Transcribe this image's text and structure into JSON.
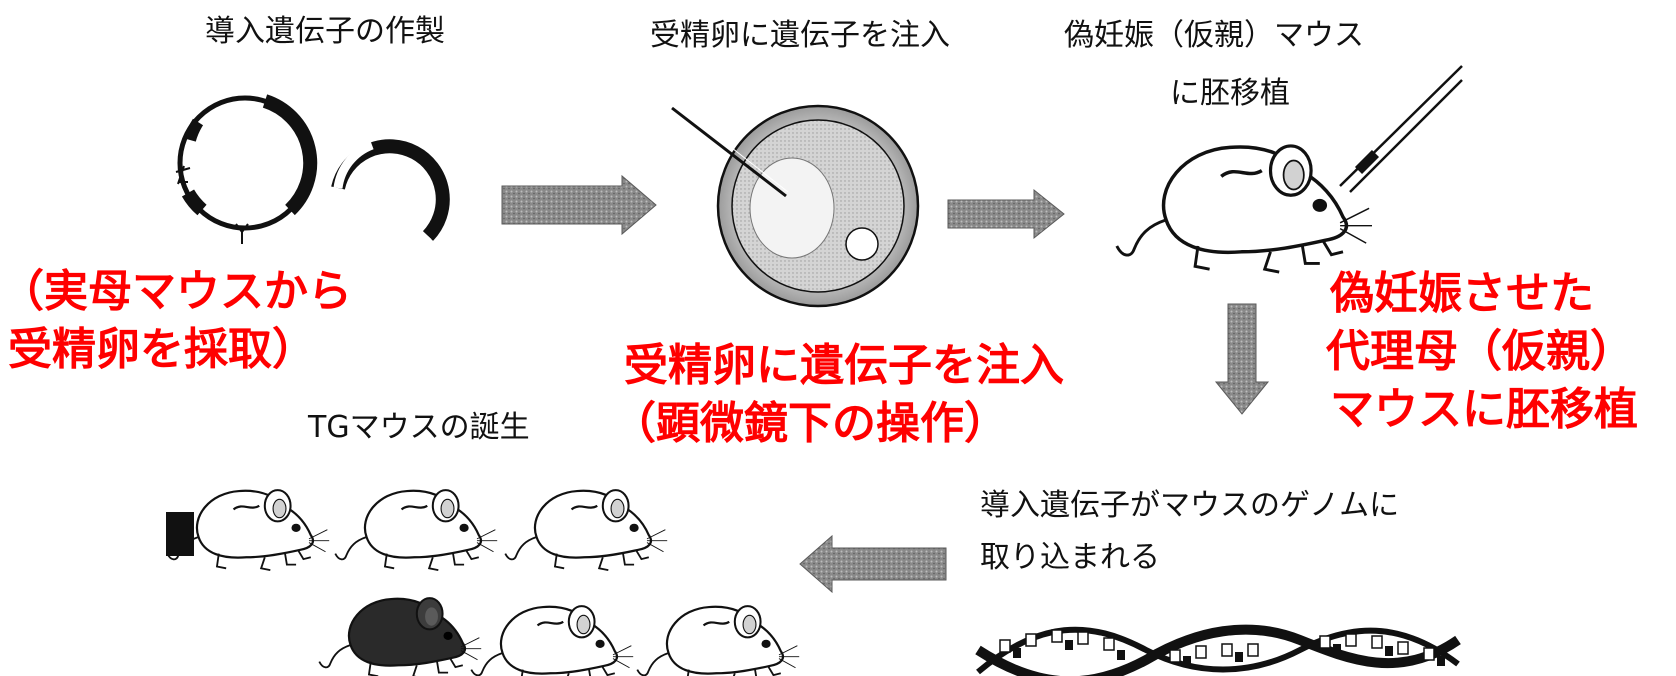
{
  "labels": {
    "step1": "導入遺伝子の作製",
    "step2": "受精卵に遺伝子を注入",
    "step3_line1": "偽妊娠（仮親）マウス",
    "step3_line2": "に胚移植",
    "step4_line1": "導入遺伝子がマウスのゲノムに",
    "step4_line2": "取り込まれる",
    "step5": "TGマウスの誕生"
  },
  "annotations": {
    "left_line1": "（実母マウスから",
    "left_line2": "受精卵を採取）",
    "center_line1": "受精卵に遺伝子を注入",
    "center_line2": "（顕微鏡下の操作）",
    "right_line1": "偽妊娠させた",
    "right_line2": "代理母（仮親）",
    "right_line3": "マウスに胚移植"
  },
  "colors": {
    "annotation": "#ff0000",
    "line_art": "#111111",
    "arrow": "#777777"
  }
}
